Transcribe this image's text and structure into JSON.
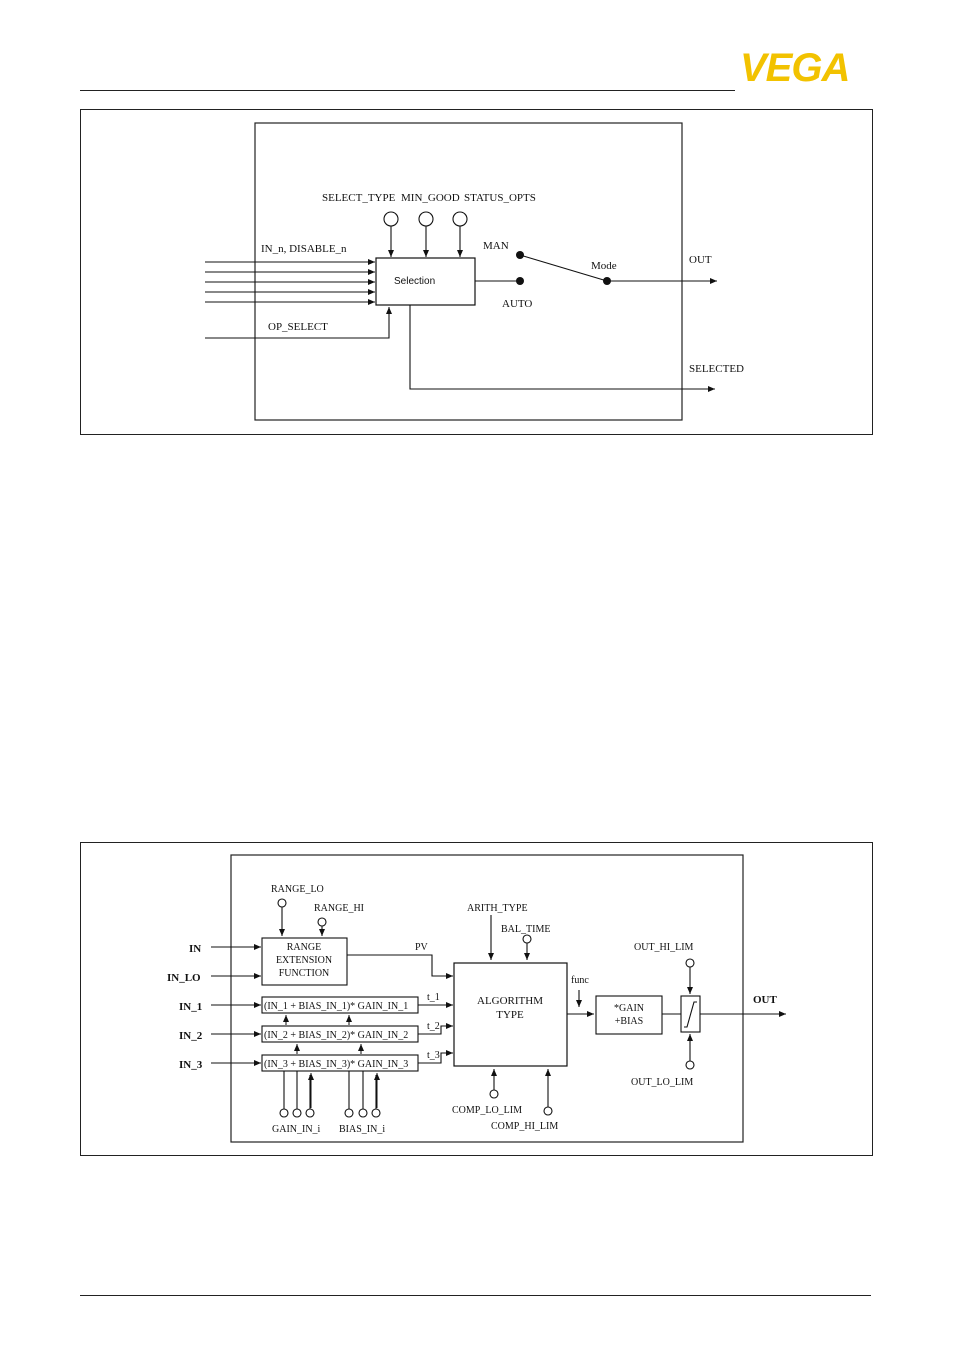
{
  "header": {
    "logo_text": "VEGA",
    "logo_color": "#f2c200"
  },
  "diagram1": {
    "params": [
      "SELECT_TYPE",
      "MIN_GOOD",
      "STATUS_OPTS"
    ],
    "inputs_label": "IN_n, DISABLE_n",
    "block_label": "Selection",
    "op_select": "OP_SELECT",
    "man": "MAN",
    "auto": "AUTO",
    "mode": "Mode",
    "out": "OUT",
    "selected": "SELECTED"
  },
  "diagram2": {
    "in": "IN",
    "in_lo": "IN_LO",
    "in_1": "IN_1",
    "in_2": "IN_2",
    "in_3": "IN_3",
    "range_lo": "RANGE_LO",
    "range_hi": "RANGE_HI",
    "range_box": [
      "RANGE",
      "EXTENSION",
      "FUNCTION"
    ],
    "pv": "PV",
    "formula_1": "(IN_1 + BIAS_IN_1)* GAIN_IN_1",
    "formula_2": "(IN_2 + BIAS_IN_2)* GAIN_IN_2",
    "formula_3": "(IN_3 + BIAS_IN_3)* GAIN_IN_3",
    "t_1": "t_1",
    "t_2": "t_2",
    "t_3": "t_3",
    "gain_in_i": "GAIN_IN_i",
    "bias_in_i": "BIAS_IN_i",
    "arith_type": "ARITH_TYPE",
    "bal_time": "BAL_TIME",
    "algorithm": [
      "ALGORITHM",
      "TYPE"
    ],
    "func": "func",
    "comp_lo_lim": "COMP_LO_LIM",
    "comp_hi_lim": "COMP_HI_LIM",
    "gain_bias": [
      "*GAIN",
      "+BIAS"
    ],
    "out_hi_lim": "OUT_HI_LIM",
    "out_lo_lim": "OUT_LO_LIM",
    "out": "OUT"
  }
}
